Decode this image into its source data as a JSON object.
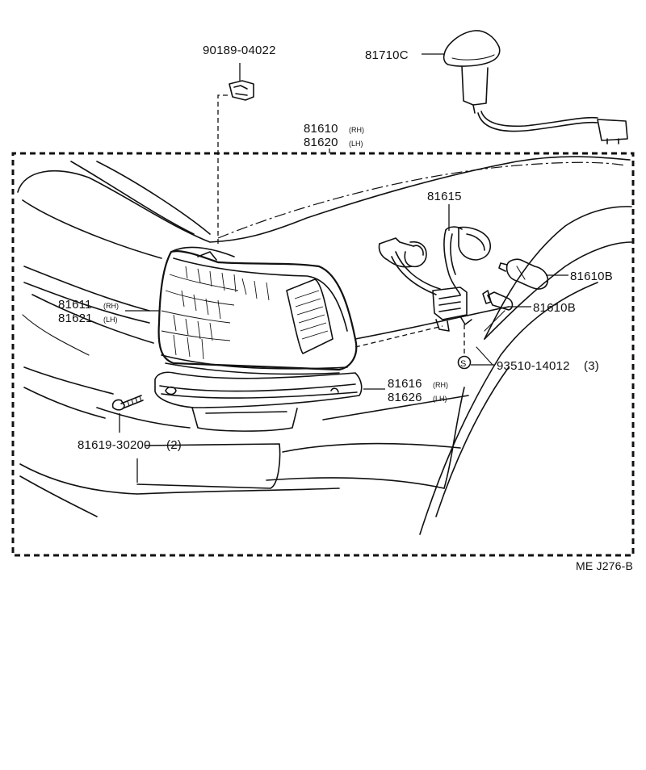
{
  "diagram_ref": "ME J276-B",
  "parts": {
    "clip": {
      "number": "90189-04022"
    },
    "socket": {
      "number": "81710C"
    },
    "lamp_assy": {
      "number_rh": "81610",
      "suffix_rh": "(RH)",
      "number_lh": "81620",
      "suffix_lh": "(LH)"
    },
    "lens": {
      "number_rh": "81611",
      "suffix_rh": "(RH)",
      "number_lh": "81621",
      "suffix_lh": "(LH)"
    },
    "harness": {
      "number": "81615"
    },
    "bulb_large": {
      "number": "81610B"
    },
    "bulb_small": {
      "number": "81610B"
    },
    "screw_s": {
      "symbol": "S",
      "number": "93510-14012",
      "qty": "(3)"
    },
    "bracket": {
      "number_rh": "81616",
      "suffix_rh": "(RH)",
      "number_lh": "81626",
      "suffix_lh": "(LH)"
    },
    "screw": {
      "number": "81619-30200",
      "qty": "(2)"
    }
  }
}
